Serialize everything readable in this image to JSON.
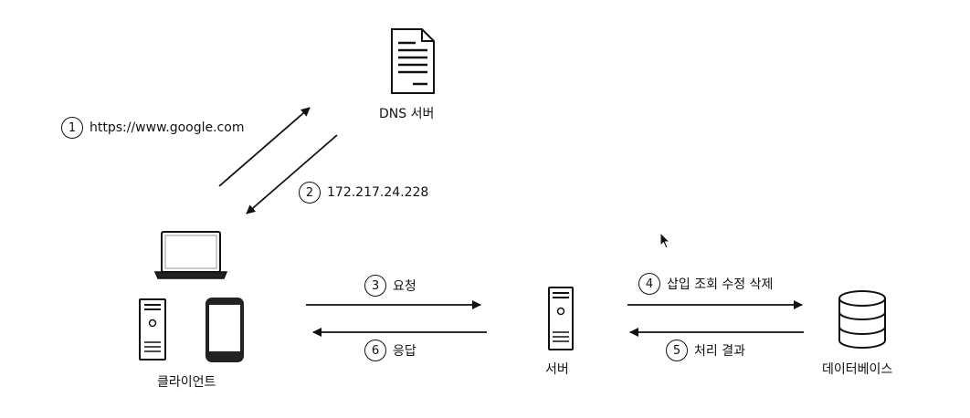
{
  "nodes": {
    "dns": "DNS 서버",
    "client": "클라이언트",
    "server": "서버",
    "database": "데이터베이스"
  },
  "steps": [
    {
      "num": "1",
      "label": "https://www.google.com"
    },
    {
      "num": "2",
      "label": "172.217.24.228"
    },
    {
      "num": "3",
      "label": "요청"
    },
    {
      "num": "4",
      "label": "삽입 조회 수정 삭제"
    },
    {
      "num": "5",
      "label": "처리 결과"
    },
    {
      "num": "6",
      "label": "응답"
    }
  ],
  "icons": [
    "document-icon",
    "laptop-icon",
    "desktop-tower-icon",
    "smartphone-icon",
    "server-icon",
    "database-icon",
    "mouse-cursor-icon"
  ]
}
